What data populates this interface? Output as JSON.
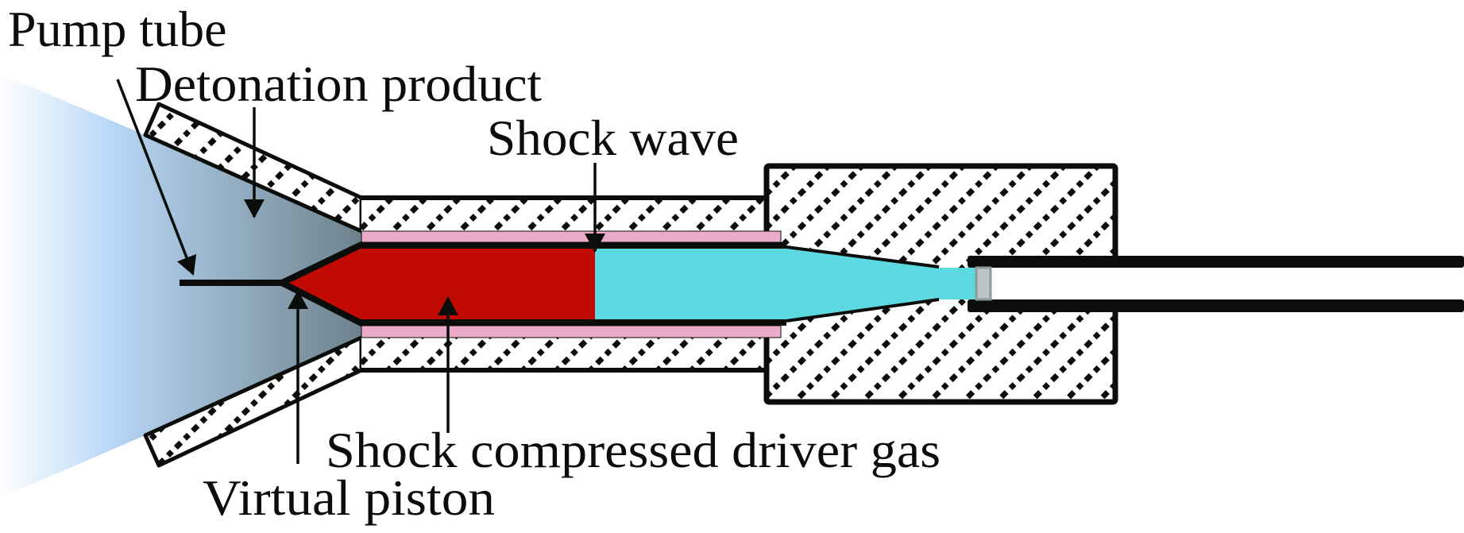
{
  "diagram": {
    "type": "schematic cross-section",
    "labels": {
      "pump_tube": "Pump tube",
      "detonation_product": "Detonation product",
      "shock_wave": "Shock wave",
      "driver_gas": "Shock compressed driver gas",
      "virtual_piston": "Virtual piston"
    },
    "colors": {
      "detonation_product_light": "#b9d8f8",
      "detonation_product_dark": "#6d828c",
      "driver_gas": "#c00a02",
      "unshocked_gas": "#5cd9e0",
      "liner": "#eaaac8",
      "diaphragm": "#b9c4c4",
      "wall_stroke": "#0b0d0b",
      "hatch": "#0b0d0b"
    }
  }
}
